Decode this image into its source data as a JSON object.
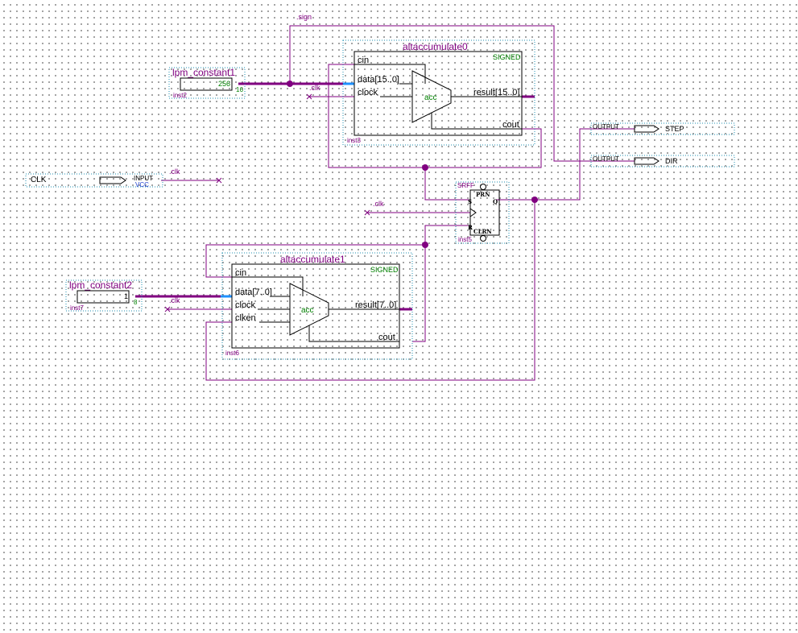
{
  "net_labels": {
    "sign": ".sign",
    "clk_top": ".clk",
    "clk_in": ".clk",
    "clk_srff": ".clk",
    "clk_bottom": ".clk"
  },
  "const1": {
    "title": "lpm_constant1",
    "value": "256",
    "width": "16",
    "inst": "inst2"
  },
  "const2": {
    "title": "lpm_constant2",
    "value": "1",
    "width": "8",
    "inst": "inst7"
  },
  "acc0": {
    "title": "altaccumulate0",
    "signed": "SIGNED",
    "ports": {
      "cin": "cin",
      "data": "data[15..0]",
      "clock": "clock",
      "result": "result[15..0]",
      "cout": "cout"
    },
    "core": "acc",
    "inst": "inst3"
  },
  "acc1": {
    "title": "altaccumulate1",
    "signed": "SIGNED",
    "ports": {
      "cin": "cin",
      "data": "data[7..0]",
      "clock": "clock",
      "clken": "clken",
      "result": "result[7..0]",
      "cout": "cout"
    },
    "core": "acc",
    "inst": "inst6"
  },
  "srff": {
    "title": "SRFF",
    "prn": "PRN",
    "s": "S",
    "r": "R",
    "q": "Q",
    "clrn": "CLRN",
    "inst": "inst5"
  },
  "input_pin": {
    "name": "CLK",
    "type": "INPUT",
    "default": "VCC"
  },
  "outputs": [
    {
      "type": "OUTPUT",
      "name": "STEP"
    },
    {
      "type": "OUTPUT",
      "name": "DIR"
    }
  ],
  "colors": {
    "wire": "#800080",
    "bus_entry": "#1e90ff",
    "frame": "#1e8fb0",
    "text_green": "#008000",
    "text_blue": "#1e3fd0"
  }
}
